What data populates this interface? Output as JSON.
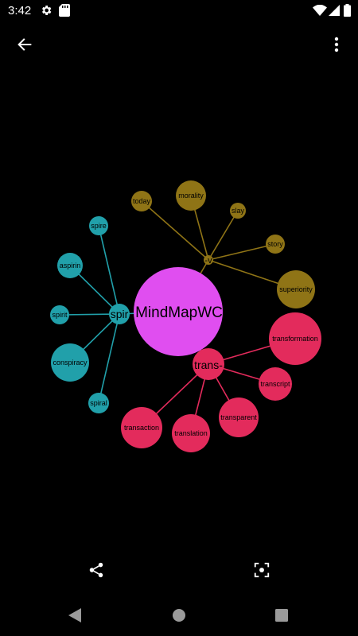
{
  "status_bar": {
    "time": "3:42",
    "left_icons": [
      "gear-icon",
      "sd-card-icon"
    ],
    "right_icons": [
      "wifi-icon",
      "signal-icon",
      "battery-icon"
    ]
  },
  "app_bar": {
    "back_icon": "arrow-left-icon",
    "menu_icon": "more-vertical-icon"
  },
  "mindmap": {
    "center": {
      "label": "MindMapWC",
      "color": "#E04EF0"
    },
    "groups": [
      {
        "id": "spir",
        "label": "spir",
        "color": "#21A0AA",
        "children": [
          "spire",
          "aspirin",
          "spirit",
          "conspiracy",
          "spiral"
        ]
      },
      {
        "id": "v",
        "label": "-v",
        "color": "#8F7416",
        "children": [
          "today",
          "morality",
          "slay",
          "story",
          "superiority"
        ]
      },
      {
        "id": "trans",
        "label": "trans-",
        "color": "#E32B5C",
        "children": [
          "transformation",
          "transcript",
          "transparent",
          "translation",
          "transaction"
        ]
      }
    ]
  },
  "actions": {
    "share_icon": "share-icon",
    "fit_icon": "center-focus-icon"
  },
  "nav": {
    "back_icon": "nav-back-icon",
    "home_icon": "nav-home-icon",
    "recents_icon": "nav-recents-icon"
  }
}
